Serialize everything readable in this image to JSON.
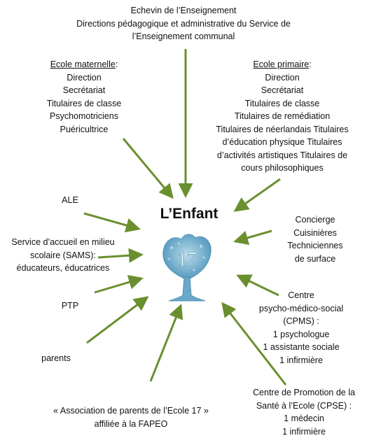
{
  "center": {
    "title": "L’Enfant",
    "logo_number": "17",
    "logo_icon": "tree-logo-icon"
  },
  "top": {
    "lines": [
      "Echevin de l’Enseignement",
      "Directions pédagogique et administrative du Service de",
      "l’Enseignement communal"
    ]
  },
  "maternelle": {
    "label": "Ecole maternelle",
    "colon": ":",
    "items": [
      "Direction",
      "Secrétariat",
      "Titulaires de classe",
      "Psychomotriciens",
      "Puéricultrice"
    ]
  },
  "primaire": {
    "label": "Ecole primaire",
    "colon": ":",
    "items": [
      "Direction",
      "Secrétariat",
      "Titulaires de classe",
      "Titulaires de remédiation",
      "Titulaires de néerlandais  Titulaires",
      "d’éducation physique  Titulaires",
      "d’activités artistiques  Titulaires de",
      "cours philosophiques"
    ]
  },
  "ale": {
    "text": "ALE"
  },
  "sams": {
    "lines": [
      "Service d’accueil en milieu",
      "scolaire (SAMS):",
      "éducateurs, éducatrices"
    ]
  },
  "ptp": {
    "text": "PTP"
  },
  "parents": {
    "text": "parents"
  },
  "association": {
    "lines": [
      "« Association de parents de l’Ecole 17 »",
      "affiliée à la FAPEO"
    ]
  },
  "concierge": {
    "lines": [
      "Concierge",
      "Cuisinières",
      "Techniciennes",
      "de surface"
    ]
  },
  "cpms": {
    "lines": [
      "Centre",
      "psycho-médico-social",
      "(CPMS) :",
      "1 psychologue",
      "1 assistante sociale",
      "1 infirmière"
    ]
  },
  "cpse": {
    "lines": [
      "Centre de Promotion de la",
      "Santé à l’Ecole (CPSE) :",
      "1 médecin",
      "1 infirmière"
    ]
  },
  "colors": {
    "arrow": "#6a8f2e",
    "logo": "#6aa8c8",
    "logo_light": "#b9dbea"
  }
}
